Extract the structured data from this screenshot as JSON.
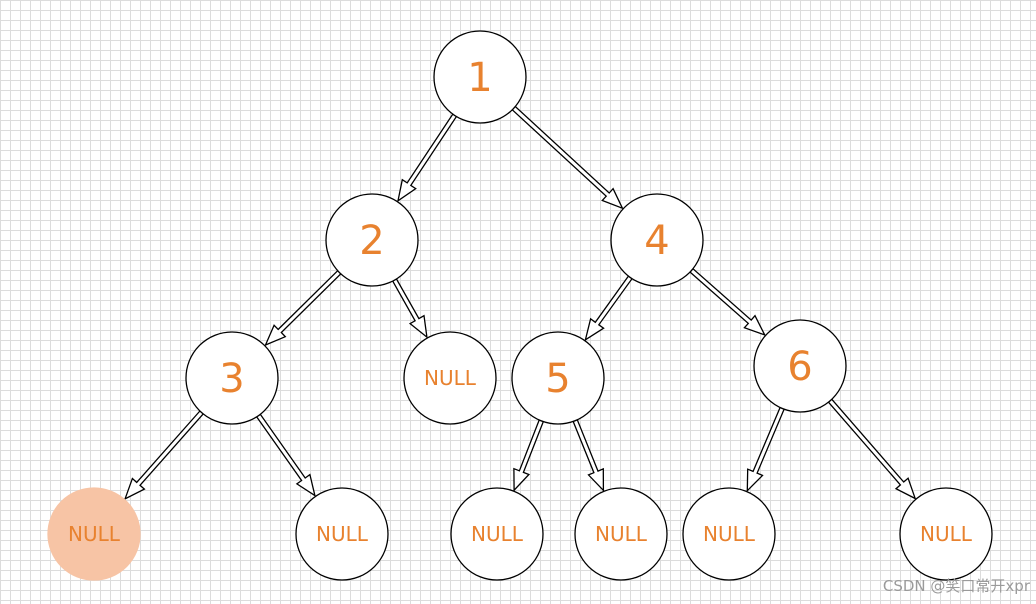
{
  "colors": {
    "label": "#e8822f",
    "highlight_fill": "#f7c4a5",
    "grid": "#dcdcdc"
  },
  "nodes": [
    {
      "id": "n1",
      "label": "1"
    },
    {
      "id": "n2",
      "label": "2"
    },
    {
      "id": "n4",
      "label": "4"
    },
    {
      "id": "n3",
      "label": "3"
    },
    {
      "id": "n2r",
      "label": "NULL"
    },
    {
      "id": "n5",
      "label": "5"
    },
    {
      "id": "n6",
      "label": "6"
    },
    {
      "id": "n3l",
      "label": "NULL",
      "highlighted": true
    },
    {
      "id": "n3r",
      "label": "NULL"
    },
    {
      "id": "n5l",
      "label": "NULL"
    },
    {
      "id": "n5r",
      "label": "NULL"
    },
    {
      "id": "n6l",
      "label": "NULL"
    },
    {
      "id": "n6r",
      "label": "NULL"
    }
  ],
  "edges": [
    {
      "from": "n1",
      "to": "n2"
    },
    {
      "from": "n1",
      "to": "n4"
    },
    {
      "from": "n2",
      "to": "n3"
    },
    {
      "from": "n2",
      "to": "n2r"
    },
    {
      "from": "n4",
      "to": "n5"
    },
    {
      "from": "n4",
      "to": "n6"
    },
    {
      "from": "n3",
      "to": "n3l"
    },
    {
      "from": "n3",
      "to": "n3r"
    },
    {
      "from": "n5",
      "to": "n5l"
    },
    {
      "from": "n5",
      "to": "n5r"
    },
    {
      "from": "n6",
      "to": "n6l"
    },
    {
      "from": "n6",
      "to": "n6r"
    }
  ],
  "watermark": "CSDN @笑口常开xpr"
}
